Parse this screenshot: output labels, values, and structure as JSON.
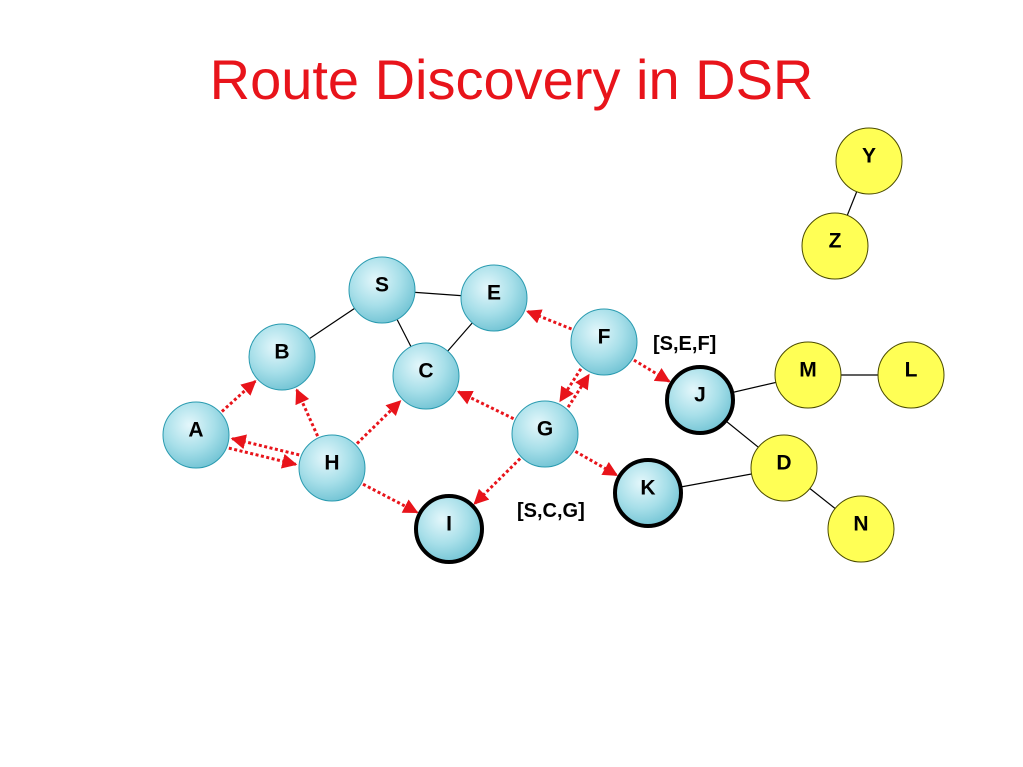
{
  "title": "Route Discovery in DSR",
  "colors": {
    "title": "#e8141b",
    "blue_node_fill": "#a7dfe9",
    "blue_node_border": "#2a9bb0",
    "yellow_node_fill": "#ffff55",
    "yellow_node_border": "#4a4a00",
    "highlight_border": "#000000",
    "rreq_arrow": "#e8141b",
    "link_line": "#000000"
  },
  "nodes": [
    {
      "id": "S",
      "label": "S",
      "color": "blue"
    },
    {
      "id": "E",
      "label": "E",
      "color": "blue"
    },
    {
      "id": "F",
      "label": "F",
      "color": "blue"
    },
    {
      "id": "B",
      "label": "B",
      "color": "blue"
    },
    {
      "id": "C",
      "label": "C",
      "color": "blue"
    },
    {
      "id": "A",
      "label": "A",
      "color": "blue"
    },
    {
      "id": "H",
      "label": "H",
      "color": "blue"
    },
    {
      "id": "G",
      "label": "G",
      "color": "blue"
    },
    {
      "id": "I",
      "label": "I",
      "color": "blue",
      "highlighted": true
    },
    {
      "id": "J",
      "label": "J",
      "color": "blue",
      "highlighted": true
    },
    {
      "id": "K",
      "label": "K",
      "color": "blue",
      "highlighted": true
    },
    {
      "id": "Y",
      "label": "Y",
      "color": "yellow"
    },
    {
      "id": "Z",
      "label": "Z",
      "color": "yellow"
    },
    {
      "id": "M",
      "label": "M",
      "color": "yellow"
    },
    {
      "id": "L",
      "label": "L",
      "color": "yellow"
    },
    {
      "id": "D",
      "label": "D",
      "color": "yellow"
    },
    {
      "id": "N",
      "label": "N",
      "color": "yellow"
    }
  ],
  "links": [
    [
      "S",
      "B"
    ],
    [
      "S",
      "E"
    ],
    [
      "S",
      "C"
    ],
    [
      "E",
      "C"
    ],
    [
      "Y",
      "Z"
    ],
    [
      "J",
      "M"
    ],
    [
      "M",
      "L"
    ],
    [
      "J",
      "D"
    ],
    [
      "K",
      "D"
    ],
    [
      "D",
      "N"
    ]
  ],
  "rreq_arrows": [
    {
      "from": "F",
      "to": "E"
    },
    {
      "from": "F",
      "to": "J"
    },
    {
      "from": "F",
      "to": "G"
    },
    {
      "from": "G",
      "to": "F"
    },
    {
      "from": "G",
      "to": "C"
    },
    {
      "from": "G",
      "to": "I"
    },
    {
      "from": "G",
      "to": "K"
    },
    {
      "from": "H",
      "to": "C"
    },
    {
      "from": "H",
      "to": "B"
    },
    {
      "from": "H",
      "to": "A"
    },
    {
      "from": "A",
      "to": "H"
    },
    {
      "from": "A",
      "to": "B"
    },
    {
      "from": "H",
      "to": "I"
    }
  ],
  "route_labels": [
    {
      "id": "sef",
      "text": "[S,E,F]"
    },
    {
      "id": "scg",
      "text": "[S,C,G]"
    }
  ]
}
